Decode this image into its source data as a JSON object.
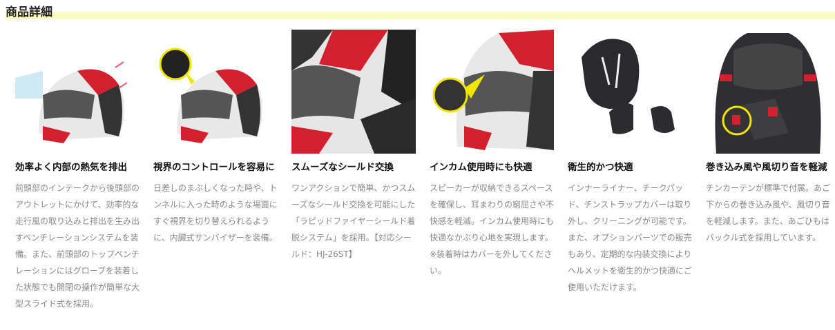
{
  "section_title": "商品詳細",
  "features": [
    {
      "heading": "効率よく内部の熱気を排出",
      "body": "前頭部のインテークから後頭部のアウトレットにかけて、効率的な走行風の取り込みと排出を生み出すベンチレーションシステムを装備。また、前頭部のトップベンチレーションにはグローブを装着した状態でも開閉の操作が簡単な大型スライド式を採用。",
      "image": "helmet-ventilation"
    },
    {
      "heading": "視界のコントロールを容易に",
      "body": "日差しのまぶしくなった時や、トンネルに入った時のような場面にすぐ視界を切り替えられるように、内臓式サンバイザーを装備。",
      "image": "helmet-sun-visor"
    },
    {
      "heading": "スムーズなシールド交換",
      "body": "ワンアクションで簡単、かつスムーズなシールド交換を可能にした「ラピッドファイヤーシールド着脱システム」を採用。【対応シールド：HJ-26ST】",
      "image": "helmet-shield-closeup"
    },
    {
      "heading": "インカム使用時にも快適",
      "body": "スピーカーが収納できるスペースを確保し、耳まわりの窮屈さや不快感を軽減。インカム使用時にも快適なかぶり心地を実現します。※装着時はカバーを外してください。",
      "image": "helmet-intercom"
    },
    {
      "heading": "衛生的かつ快適",
      "body": "インナーライナー、チークパッド、チンストラップカバーは取り外し、クリーニングが可能です。また、オプションパーツでの販売もあり、定期的な内装交換によりヘルメットを衛生的かつ快適にご使用いただけます。",
      "image": "helmet-inner-liner"
    },
    {
      "heading": "巻き込み風や風切り音を軽減",
      "body": "チンカーテンが標準で付属。あご下からの巻き込み風や、風切り音を軽減します。また、あごひもはバックル式を採用しています。",
      "image": "helmet-chin-curtain"
    }
  ],
  "colors": {
    "highlight": "#fbfbc4",
    "accent_red": "#d3202e",
    "callout_yellow": "#f2e600"
  }
}
